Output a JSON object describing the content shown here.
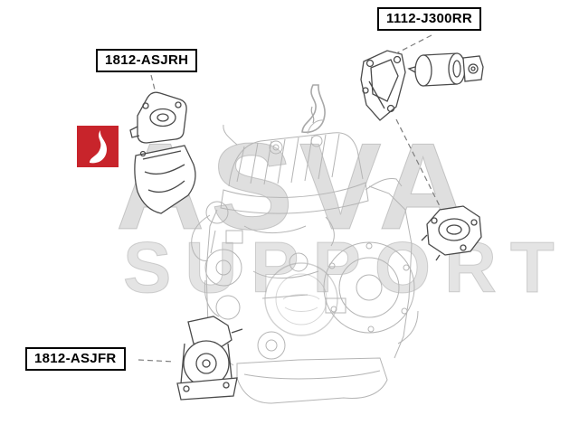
{
  "part_labels": {
    "top_right": "1112-J300RR",
    "top_left": "1812-ASJRH",
    "bottom_left": "1812-ASJFR"
  },
  "watermark": {
    "brand": "ASVA",
    "subtext": "SUPPORT",
    "accent_color": "#c8242b",
    "icon": "flame-icon"
  }
}
